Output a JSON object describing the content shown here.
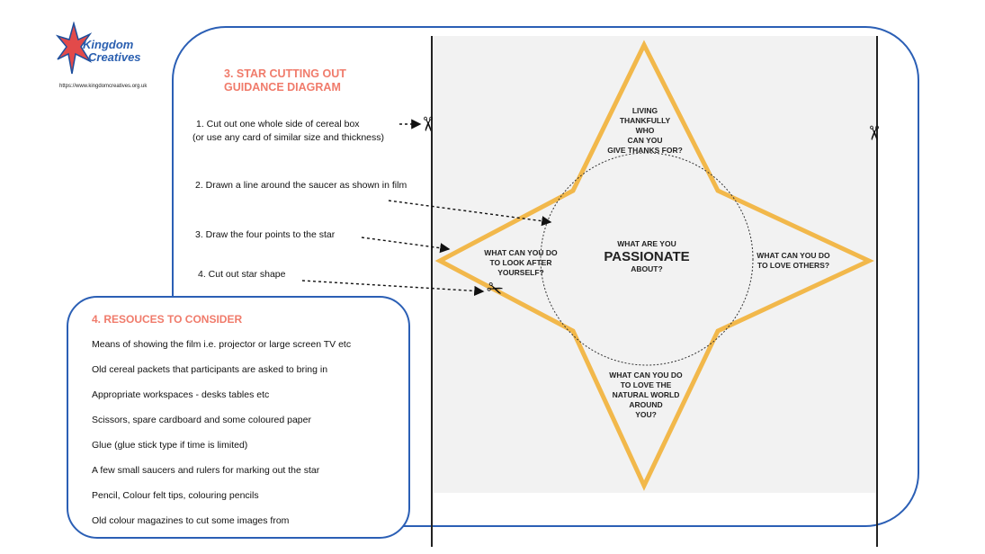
{
  "logo": {
    "line1": "Kingdom",
    "line2": "Creatives",
    "url": "https://www.kingdomcreatives.org.uk"
  },
  "guidance": {
    "title_line1": "3. STAR CUTTING OUT",
    "title_line2": "GUIDANCE DIAGRAM",
    "steps": [
      {
        "line1": "1.  Cut out one whole side of cereal box",
        "line2": "(or use any card of similar size and thickness)"
      },
      {
        "line1": "2. Drawn a line around the saucer as shown in film"
      },
      {
        "line1": "3. Draw the four points to the star"
      },
      {
        "line1": "4. Cut out star shape"
      }
    ]
  },
  "star": {
    "top": [
      "LIVING",
      "THANKFULLY",
      "WHO",
      "CAN YOU",
      "GIVE THANKS FOR?"
    ],
    "left": [
      "WHAT CAN YOU DO",
      "TO LOOK AFTER",
      "YOURSELF?"
    ],
    "center_small1": "WHAT ARE YOU",
    "center_big": "PASSIONATE",
    "center_small2": "ABOUT?",
    "right": [
      "WHAT CAN YOU DO",
      "TO LOVE OTHERS?"
    ],
    "bottom": [
      "WHAT CAN YOU DO",
      "TO LOVE THE",
      "NATURAL WORLD",
      "AROUND",
      "YOU?"
    ]
  },
  "resources": {
    "title": "4. RESOUCES TO CONSIDER",
    "items": [
      "Means of showing the film i.e. projector or large screen TV etc",
      "Old cereal packets that participants are asked to bring in",
      "Appropriate workspaces - desks tables etc",
      "Scissors, spare cardboard and some coloured paper",
      "Glue (glue stick type if time is limited)",
      "A few small saucers and rulers for marking out the star",
      "Pencil, Colour felt tips, colouring pencils",
      "Old colour magazines to cut some images from"
    ]
  },
  "colors": {
    "frame": "#2b5fb5",
    "title": "#f07b6b",
    "star": "#f2b84b"
  },
  "icons": {
    "scissors": "✂"
  }
}
